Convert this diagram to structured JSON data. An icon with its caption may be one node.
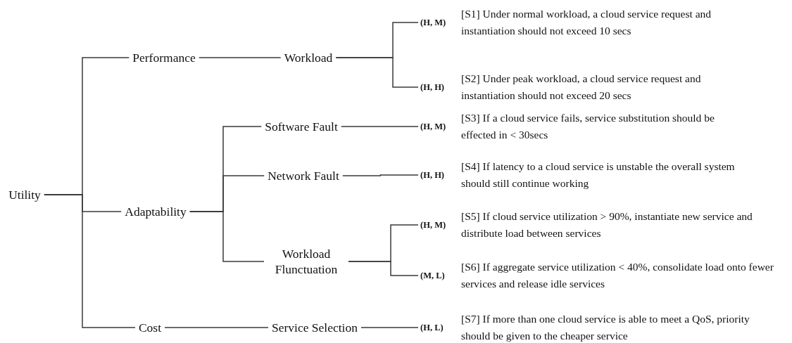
{
  "diagram": {
    "nodes": [
      {
        "text": [
          "Utility"
        ]
      },
      {
        "text": [
          "Performance"
        ]
      },
      {
        "text": [
          "Adaptability"
        ]
      },
      {
        "text": [
          "Cost"
        ]
      },
      {
        "text": [
          "Workload"
        ]
      },
      {
        "text": [
          "Software Fault"
        ]
      },
      {
        "text": [
          "Network Fault"
        ]
      },
      {
        "text": [
          "Workload Flunctuation"
        ]
      },
      {
        "text": [
          "Service Selection"
        ]
      },
      {
        "text": [
          "(H, M)",
          "[S1] Under normal workload, a cloud service request and instantiation should not exceed 10 secs"
        ]
      },
      {
        "text": [
          "(H, H)",
          "[S2] Under peak workload, a cloud service request and instantiation should not exceed 20 secs"
        ]
      },
      {
        "text": [
          "(H, M)",
          "[S3] If a cloud service fails, service substitution should be effected in < 30secs"
        ]
      },
      {
        "text": [
          "(H, H)",
          "[S4] If latency to a cloud service is unstable the overall system should still continue working"
        ]
      },
      {
        "text": [
          "(H, M)",
          "[S5] If cloud service utilization > 90%, instantiate new service and distribute load between services"
        ]
      },
      {
        "text": [
          "(M, L)",
          "[S6] If aggregate service utilization  < 40%, consolidate load onto fewer services and release idle services"
        ]
      },
      {
        "text": [
          "(H, L)",
          "[S7] If more than one cloud service is able to meet a QoS, priority should be given to the cheaper service"
        ]
      }
    ],
    "edges": [
      {
        "from": 0,
        "to": 1,
        "arrow": "none"
      },
      {
        "from": 0,
        "to": 2,
        "arrow": "none"
      },
      {
        "from": 0,
        "to": 3,
        "arrow": "none"
      },
      {
        "from": 1,
        "to": 4,
        "arrow": "none"
      },
      {
        "from": 2,
        "to": 5,
        "arrow": "none"
      },
      {
        "from": 2,
        "to": 6,
        "arrow": "none"
      },
      {
        "from": 2,
        "to": 7,
        "arrow": "none"
      },
      {
        "from": 3,
        "to": 8,
        "arrow": "none"
      },
      {
        "from": 4,
        "to": 9,
        "arrow": "none"
      },
      {
        "from": 4,
        "to": 10,
        "arrow": "none"
      },
      {
        "from": 5,
        "to": 11,
        "arrow": "none"
      },
      {
        "from": 6,
        "to": 12,
        "arrow": "none"
      },
      {
        "from": 7,
        "to": 13,
        "arrow": "none"
      },
      {
        "from": 7,
        "to": 14,
        "arrow": "none"
      },
      {
        "from": 8,
        "to": 15,
        "arrow": "none"
      }
    ]
  }
}
